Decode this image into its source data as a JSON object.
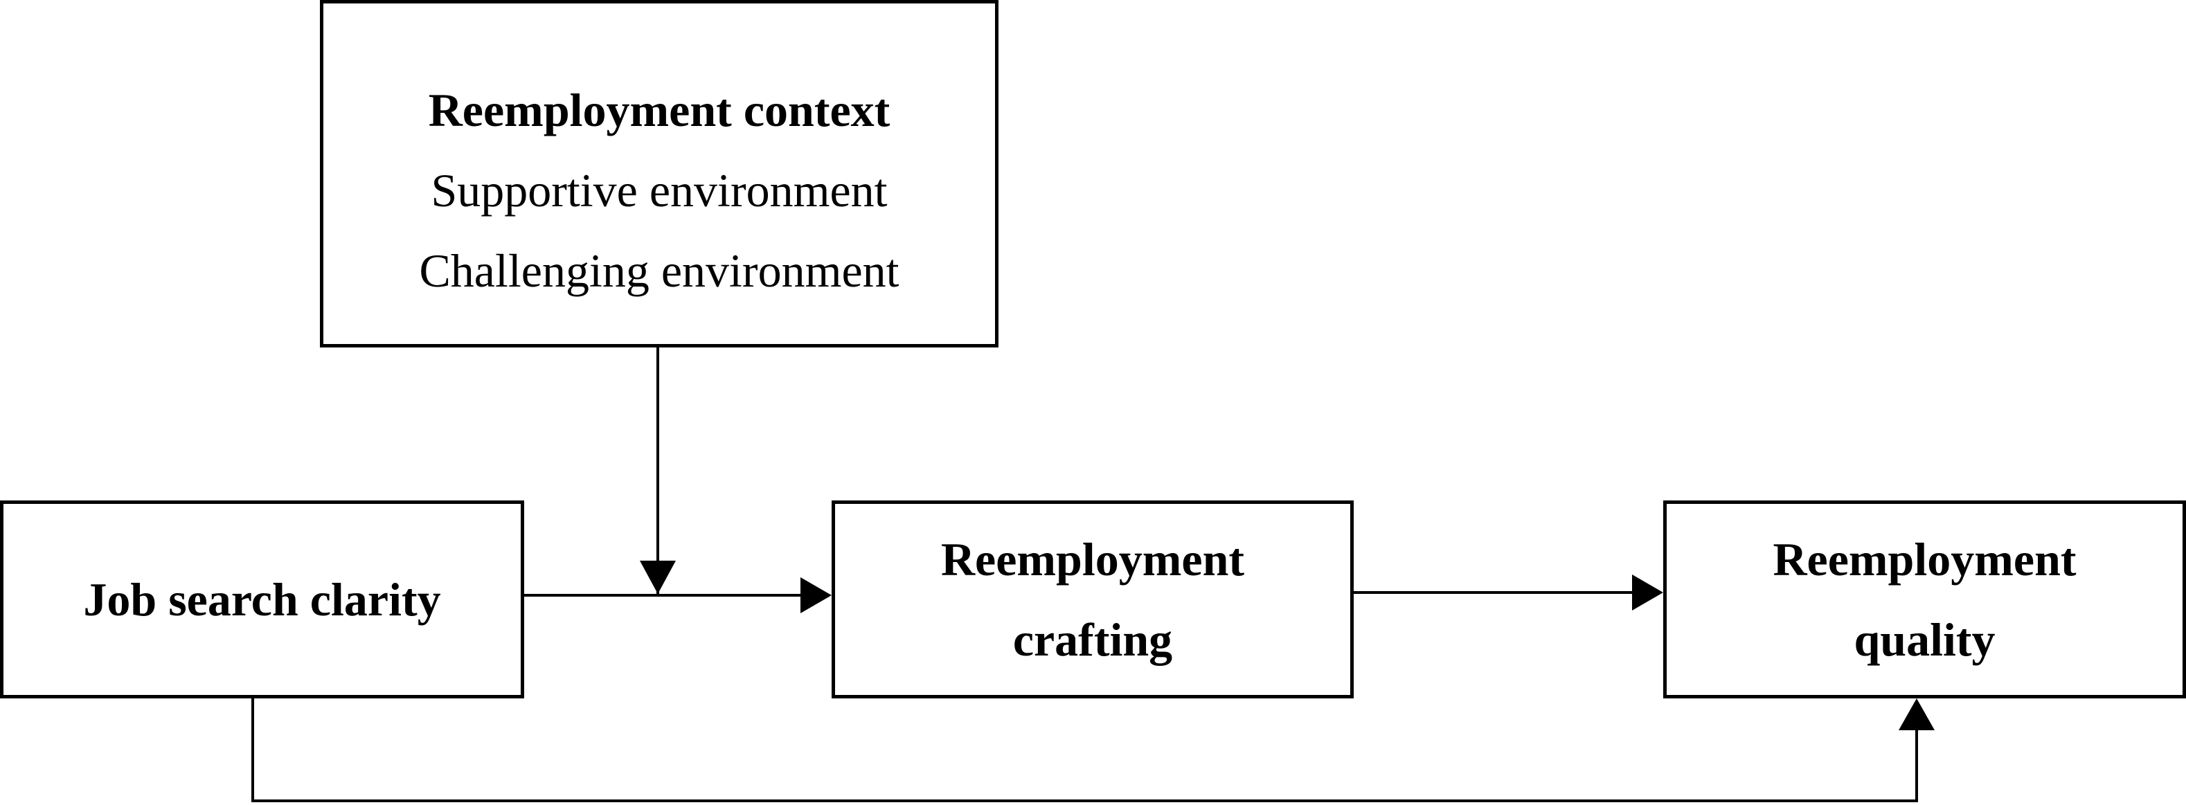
{
  "context_box": {
    "title": "Reemployment context",
    "lines": [
      "Supportive environment",
      "Challenging environment"
    ]
  },
  "clarity_box": {
    "label": "Job search clarity"
  },
  "crafting_box": {
    "label": "Reemployment crafting"
  },
  "quality_box": {
    "label": "Reemployment quality"
  },
  "colors": {
    "stroke": "#000000",
    "background": "#ffffff"
  }
}
